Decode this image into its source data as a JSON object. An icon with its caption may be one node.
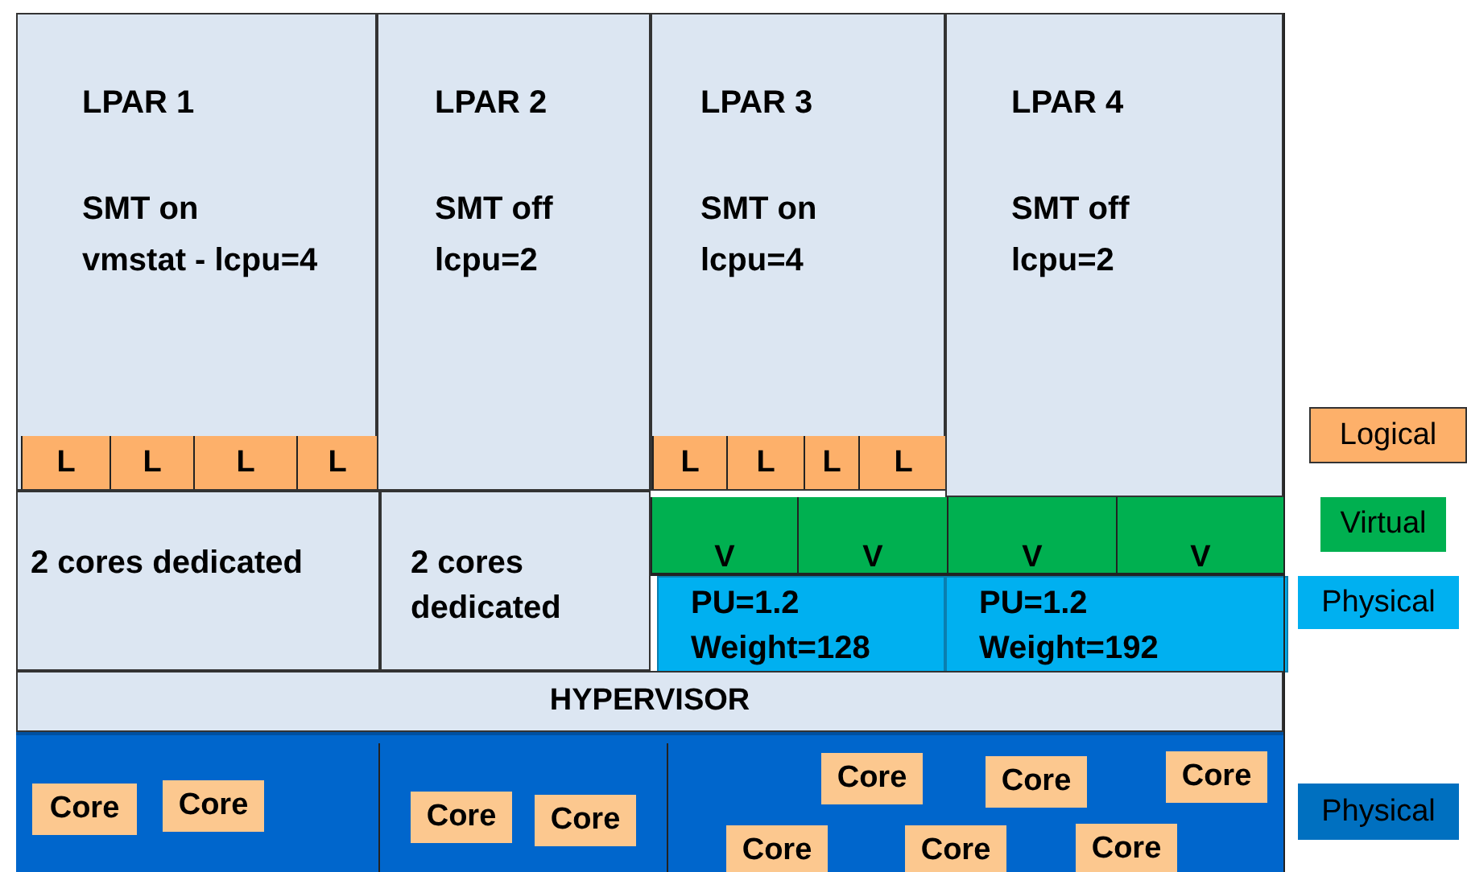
{
  "diagram": {
    "nodes": [
      {
        "text": [
          "LPAR 1",
          "SMT on",
          "vmstat - lcpu=4"
        ]
      },
      {
        "text": [
          "L"
        ],
        "in": 0
      },
      {
        "text": [
          "L"
        ],
        "in": 0
      },
      {
        "text": [
          "L"
        ],
        "in": 0
      },
      {
        "text": [
          "L"
        ],
        "in": 0
      },
      {
        "text": [
          "LPAR 2",
          "SMT off",
          "lcpu=2"
        ]
      },
      {
        "text": [
          "LPAR 3",
          "SMT on",
          "lcpu=4"
        ]
      },
      {
        "text": [
          "L"
        ],
        "in": 6
      },
      {
        "text": [
          "L"
        ],
        "in": 6
      },
      {
        "text": [
          "L"
        ],
        "in": 6
      },
      {
        "text": [
          "L"
        ],
        "in": 6
      },
      {
        "text": [
          "LPAR 4",
          "SMT off",
          "lcpu=2"
        ]
      },
      {
        "text": [
          "2 cores dedicated"
        ]
      },
      {
        "text": [
          "2 cores dedicated"
        ]
      },
      {
        "text": [
          "V"
        ]
      },
      {
        "text": [
          "V"
        ]
      },
      {
        "text": [
          "V"
        ]
      },
      {
        "text": [
          "V"
        ]
      },
      {
        "text": [
          "PU=1.2",
          "Weight=128"
        ]
      },
      {
        "text": [
          "PU=1.2",
          "Weight=192"
        ]
      },
      {
        "text": [
          "HYPERVISOR"
        ]
      },
      {
        "text": [],
        "shape": "bar"
      },
      {
        "text": [
          "Core"
        ],
        "in": 21
      },
      {
        "text": [
          "Core"
        ],
        "in": 21
      },
      {
        "text": [
          "Core"
        ],
        "in": 21
      },
      {
        "text": [
          "Core"
        ],
        "in": 21
      },
      {
        "text": [
          "Core"
        ],
        "in": 21
      },
      {
        "text": [
          "Core"
        ],
        "in": 21
      },
      {
        "text": [
          "Core"
        ],
        "in": 21
      },
      {
        "text": [
          "Core"
        ],
        "in": 21
      },
      {
        "text": [
          "Core"
        ],
        "in": 21
      },
      {
        "text": [
          "Core"
        ],
        "in": 21
      }
    ],
    "legend": [
      {
        "text": "Logical",
        "color": "#fdb06a"
      },
      {
        "text": "Virtual",
        "color": "#00b050"
      },
      {
        "text": "Physical",
        "color": "#00b0f0"
      },
      {
        "text": "Physical",
        "color": "#0070c0"
      }
    ]
  }
}
